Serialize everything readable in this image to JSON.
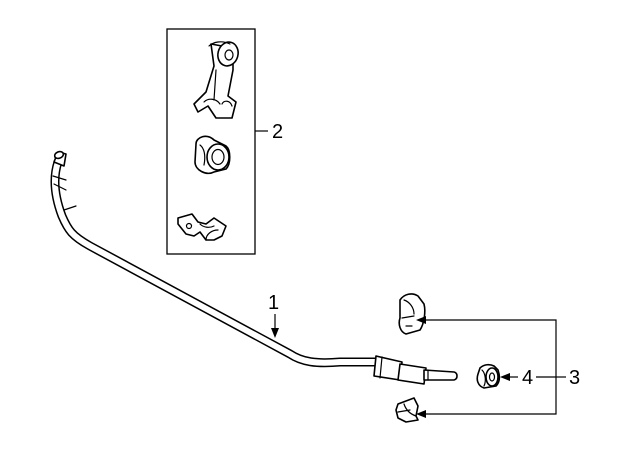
{
  "callouts": {
    "c1": "1",
    "c2": "2",
    "c3": "3",
    "c4": "4"
  },
  "parts": [
    {
      "callout": "1",
      "icon": "stabilizer-bar-icon"
    },
    {
      "callout": "2",
      "icon": "link-bracket-kit-icon"
    },
    {
      "callout": "3",
      "icon": "bracket-clamp-icon"
    },
    {
      "callout": "4",
      "icon": "bushing-icon"
    }
  ],
  "colors": {
    "line": "#000000",
    "background": "#ffffff"
  }
}
